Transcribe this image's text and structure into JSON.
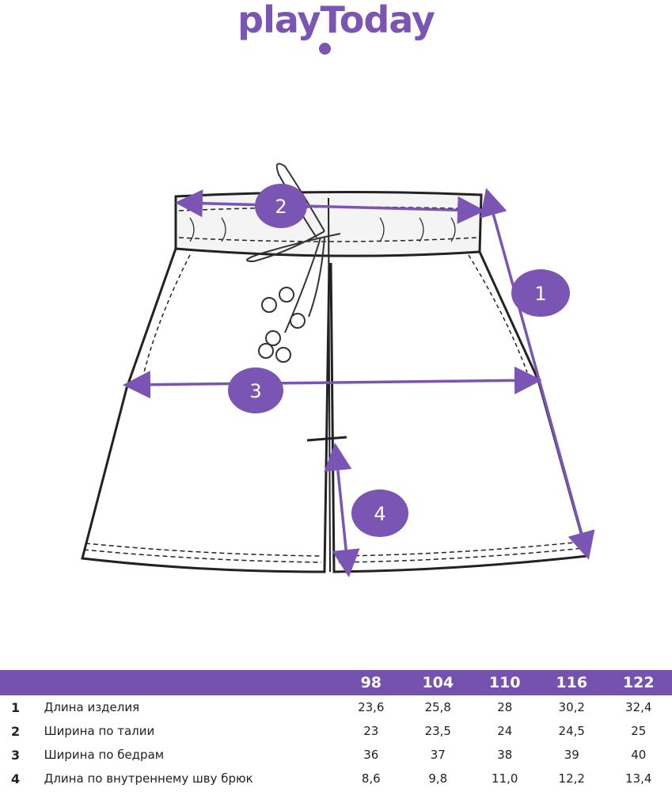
{
  "brand": {
    "logo_text": "playToday",
    "color": "#7652b0"
  },
  "markers": [
    "1",
    "2",
    "3",
    "4"
  ],
  "table": {
    "sizes": [
      "98",
      "104",
      "110",
      "116",
      "122"
    ],
    "rows": [
      {
        "num": "1",
        "label": "Длина изделия",
        "values": [
          "23,6",
          "25,8",
          "28",
          "30,2",
          "32,4"
        ]
      },
      {
        "num": "2",
        "label": "Ширина по талии",
        "values": [
          "23",
          "23,5",
          "24",
          "24,5",
          "25"
        ]
      },
      {
        "num": "3",
        "label": "Ширина по бедрам",
        "values": [
          "36",
          "37",
          "38",
          "39",
          "40"
        ]
      },
      {
        "num": "4",
        "label": "Длина по внутреннему шву брюк",
        "values": [
          "8,6",
          "9,8",
          "11,0",
          "12,2",
          "13,4"
        ]
      }
    ]
  }
}
